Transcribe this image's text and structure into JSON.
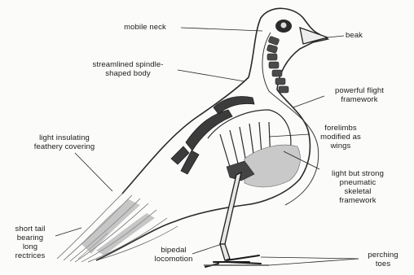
{
  "labels": {
    "mobile_neck": "mobile neck",
    "beak": "beak",
    "streamlined_body": "streamlined spindle-\nshaped body",
    "flight_framework": "powerful flight\nframework",
    "forelimbs": "forelimbs\nmodified as\nwings",
    "feathery_covering": "light insulating\nfeathery covering",
    "pneumatic_skeleton": "light but strong\npneumatic\nskeletal\nframework",
    "short_tail": "short tail\nbearing\nlong\nrectrices",
    "bipedal": "bipedal\nlocomotion",
    "perching_toes": "perching\ntoes"
  }
}
